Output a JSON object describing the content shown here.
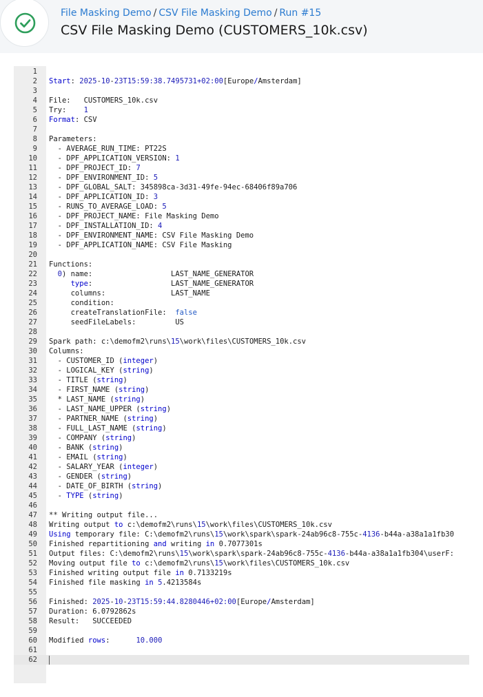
{
  "breadcrumb": {
    "items": [
      "File Masking Demo",
      "CSV File Masking Demo",
      "Run #15"
    ],
    "separator": "/"
  },
  "page_title": "CSV File Masking Demo (CUSTOMERS_10k.csv)",
  "status": {
    "icon": "check-circle-icon",
    "color": "#2e9e5b"
  },
  "colors": {
    "link": "#2b7bd0",
    "keyword": "#0000cc",
    "number": "#1a1ab8"
  },
  "editor": {
    "active_line": 62,
    "lines": [
      [],
      [
        [
          "Start",
          1
        ],
        [
          ": ",
          0
        ],
        [
          "2025",
          2
        ],
        [
          "-",
          0
        ],
        [
          "10",
          2
        ],
        [
          "-",
          0
        ],
        [
          "23T15:59:38.7495731+02:00",
          2
        ],
        [
          "[Europe",
          0
        ],
        [
          "/",
          1
        ],
        [
          "Amsterdam]",
          0
        ]
      ],
      [],
      [
        [
          "File:   CUSTOMERS_10k.csv",
          0
        ]
      ],
      [
        [
          "Try:    ",
          0
        ],
        [
          "1",
          2
        ]
      ],
      [
        [
          "Format",
          1
        ],
        [
          ": CSV",
          0
        ]
      ],
      [],
      [
        [
          "Parameters:",
          0
        ]
      ],
      [
        [
          "  - AVERAGE_RUN_TIME: PT22S",
          0
        ]
      ],
      [
        [
          "  - DPF_APPLICATION_VERSION: ",
          0
        ],
        [
          "1",
          2
        ]
      ],
      [
        [
          "  - DPF_PROJECT_ID: ",
          0
        ],
        [
          "7",
          2
        ]
      ],
      [
        [
          "  - DPF_ENVIRONMENT_ID: ",
          0
        ],
        [
          "5",
          2
        ]
      ],
      [
        [
          "  - DPF_GLOBAL_SALT: 345898ca-3d31-49fe-94ec-68406f89a706",
          0
        ]
      ],
      [
        [
          "  - DPF_APPLICATION_ID: ",
          0
        ],
        [
          "3",
          2
        ]
      ],
      [
        [
          "  - RUNS_TO_AVERAGE_LOAD: ",
          0
        ],
        [
          "5",
          2
        ]
      ],
      [
        [
          "  - DPF_PROJECT_NAME: File Masking Demo",
          0
        ]
      ],
      [
        [
          "  - DPF_INSTALLATION_ID: ",
          0
        ],
        [
          "4",
          2
        ]
      ],
      [
        [
          "  - DPF_ENVIRONMENT_NAME: CSV File Masking Demo",
          0
        ]
      ],
      [
        [
          "  - DPF_APPLICATION_NAME: CSV File Masking",
          0
        ]
      ],
      [],
      [
        [
          "Functions:",
          0
        ]
      ],
      [
        [
          "  ",
          0
        ],
        [
          "0",
          2
        ],
        [
          ") name:                  LAST_NAME_GENERATOR",
          0
        ]
      ],
      [
        [
          "     ",
          0
        ],
        [
          "type",
          1
        ],
        [
          ":                  LAST_NAME_GENERATOR",
          0
        ]
      ],
      [
        [
          "     columns:               LAST_NAME",
          0
        ]
      ],
      [
        [
          "     condition:",
          0
        ]
      ],
      [
        [
          "     createTranslationFile:  ",
          0
        ],
        [
          "false",
          3
        ]
      ],
      [
        [
          "     seedFileLabels:         US",
          0
        ]
      ],
      [],
      [
        [
          "Spark path: c:\\demofm2\\runs\\",
          0
        ],
        [
          "15",
          2
        ],
        [
          "\\work\\files\\CUSTOMERS_10k.csv",
          0
        ]
      ],
      [
        [
          "Columns:",
          0
        ]
      ],
      [
        [
          "  - CUSTOMER_ID (",
          0
        ],
        [
          "integer",
          1
        ],
        [
          ")",
          0
        ]
      ],
      [
        [
          "  - LOGICAL_KEY (",
          0
        ],
        [
          "string",
          1
        ],
        [
          ")",
          0
        ]
      ],
      [
        [
          "  - TITLE (",
          0
        ],
        [
          "string",
          1
        ],
        [
          ")",
          0
        ]
      ],
      [
        [
          "  - FIRST_NAME (",
          0
        ],
        [
          "string",
          1
        ],
        [
          ")",
          0
        ]
      ],
      [
        [
          "  * LAST_NAME (",
          0
        ],
        [
          "string",
          1
        ],
        [
          ")",
          0
        ]
      ],
      [
        [
          "  - LAST_NAME_UPPER (",
          0
        ],
        [
          "string",
          1
        ],
        [
          ")",
          0
        ]
      ],
      [
        [
          "  - PARTNER_NAME (",
          0
        ],
        [
          "string",
          1
        ],
        [
          ")",
          0
        ]
      ],
      [
        [
          "  - FULL_LAST_NAME (",
          0
        ],
        [
          "string",
          1
        ],
        [
          ")",
          0
        ]
      ],
      [
        [
          "  - COMPANY (",
          0
        ],
        [
          "string",
          1
        ],
        [
          ")",
          0
        ]
      ],
      [
        [
          "  - BANK (",
          0
        ],
        [
          "string",
          1
        ],
        [
          ")",
          0
        ]
      ],
      [
        [
          "  - EMAIL (",
          0
        ],
        [
          "string",
          1
        ],
        [
          ")",
          0
        ]
      ],
      [
        [
          "  - SALARY_YEAR (",
          0
        ],
        [
          "integer",
          1
        ],
        [
          ")",
          0
        ]
      ],
      [
        [
          "  - GENDER (",
          0
        ],
        [
          "string",
          1
        ],
        [
          ")",
          0
        ]
      ],
      [
        [
          "  - DATE_OF_BIRTH (",
          0
        ],
        [
          "string",
          1
        ],
        [
          ")",
          0
        ]
      ],
      [
        [
          "  - ",
          0
        ],
        [
          "TYPE",
          1
        ],
        [
          " (",
          0
        ],
        [
          "string",
          1
        ],
        [
          ")",
          0
        ]
      ],
      [],
      [
        [
          "** Writing output file...",
          0
        ]
      ],
      [
        [
          "Writing output ",
          0
        ],
        [
          "to",
          1
        ],
        [
          " c:\\demofm2\\runs\\",
          0
        ],
        [
          "15",
          2
        ],
        [
          "\\work\\files\\CUSTOMERS_10k.csv",
          0
        ]
      ],
      [
        [
          "Using",
          1
        ],
        [
          " temporary file: C:\\demofm2\\runs\\",
          0
        ],
        [
          "15",
          2
        ],
        [
          "\\work\\spark\\spark-24ab96c8-755c-",
          0
        ],
        [
          "4136",
          2
        ],
        [
          "-b44a-a38a1a1fb30",
          0
        ]
      ],
      [
        [
          "Finished repartitioning ",
          0
        ],
        [
          "and",
          1
        ],
        [
          " writing ",
          0
        ],
        [
          "in",
          1
        ],
        [
          " 0.7077301s",
          0
        ]
      ],
      [
        [
          "Output files: C:\\demofm2\\runs\\",
          0
        ],
        [
          "15",
          2
        ],
        [
          "\\work\\spark\\spark-24ab96c8-755c-",
          0
        ],
        [
          "4136",
          2
        ],
        [
          "-b44a-a38a1a1fb304\\userF:",
          0
        ]
      ],
      [
        [
          "Moving output file ",
          0
        ],
        [
          "to",
          1
        ],
        [
          " c:\\demofm2\\runs\\",
          0
        ],
        [
          "15",
          2
        ],
        [
          "\\work\\files\\CUSTOMERS_10k.csv",
          0
        ]
      ],
      [
        [
          "Finished writing output file ",
          0
        ],
        [
          "in",
          1
        ],
        [
          " 0.7133219s",
          0
        ]
      ],
      [
        [
          "Finished file masking ",
          0
        ],
        [
          "in",
          1
        ],
        [
          " ",
          0
        ],
        [
          "5",
          2
        ],
        [
          ".4213584s",
          0
        ]
      ],
      [],
      [
        [
          "Finished: ",
          0
        ],
        [
          "2025",
          2
        ],
        [
          "-",
          0
        ],
        [
          "10",
          2
        ],
        [
          "-",
          0
        ],
        [
          "23T15:59:44.8280446+02:00",
          2
        ],
        [
          "[Europe",
          0
        ],
        [
          "/",
          1
        ],
        [
          "Amsterdam]",
          0
        ]
      ],
      [
        [
          "Duration: 6.0792862s",
          0
        ]
      ],
      [
        [
          "Result:   SUCCEEDED",
          0
        ]
      ],
      [],
      [
        [
          "Modified ",
          0
        ],
        [
          "rows",
          1
        ],
        [
          ":      ",
          0
        ],
        [
          "10.000",
          2
        ]
      ],
      [],
      []
    ]
  }
}
